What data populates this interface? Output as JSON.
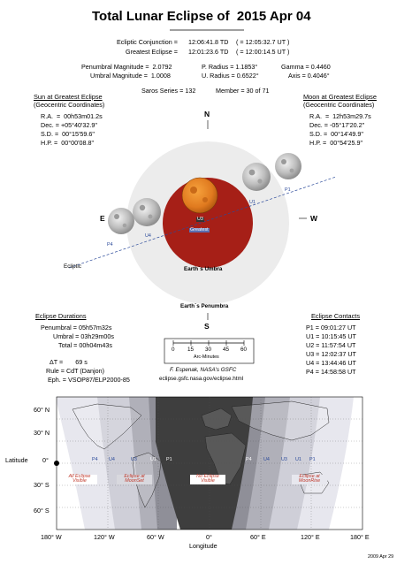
{
  "title": "Total Lunar Eclipse of  2015 Apr 04",
  "conjunction": {
    "ecl_label": "Ecliptic Conjunction =",
    "ecl_value": "12:06:41.8 TD",
    "ecl_ut": "( = 12:05:32.7 UT )",
    "greatest_label": "Greatest Eclipse =",
    "greatest_value": "12:01:23.6 TD",
    "greatest_ut": "( = 12:00:14.5 UT )"
  },
  "magnitudes": {
    "penumbral": "Penumbral Magnitude =  2.0792",
    "umbral": "Umbral Magnitude =  1.0008",
    "p_radius": "P. Radius = 1.1853°",
    "u_radius": "U. Radius = 0.6522°",
    "gamma": "Gamma = 0.4460",
    "axis": "Axis = 0.4046°",
    "saros": "Saros Series = 132",
    "member": "Member = 30 of 71"
  },
  "sun": {
    "heading": "Sun at Greatest Eclipse",
    "sub": "(Geocentric Coordinates)",
    "ra": "R.A.  =  00h53m01.2s",
    "dec": "Dec. = +05°40'32.9\"",
    "sd": "S.D. =  00°15'59.6\"",
    "hp": "H.P. =  00°00'08.8\""
  },
  "moon": {
    "heading": "Moon at Greatest Eclipse",
    "sub": "(Geocentric Coordinates)",
    "ra": "R.A.  =  12h53m29.7s",
    "dec": "Dec. = -05°17'20.2\"",
    "sd": "S.D. =  00°14'49.9\"",
    "hp": "H.P. =  00°54'25.9\""
  },
  "diagram": {
    "north": "N",
    "south": "S",
    "east": "E",
    "west": "W",
    "ecliptic": "Ecliptic",
    "umbra": "Earth`s Umbra",
    "penumbra": "Earth`s Penumbra",
    "greatest": "Greatest",
    "p1": "P1",
    "u1": "U1",
    "u3": "U3",
    "u4": "U4",
    "p4": "P4",
    "colors": {
      "umbra": "#a61f17",
      "penumbra": "#ececec",
      "moon_eclipsed": "#e07a1f"
    }
  },
  "durations": {
    "heading": "Eclipse Durations",
    "penumbral": "Penumbral = 05h57m32s",
    "umbral": "Umbral = 03h29m00s",
    "total": "Total = 00h04m43s",
    "delta_t": "ΔT =       69 s",
    "rule": "Rule = CdT (Danjon)",
    "eph": "Eph. = VSOP87/ELP2000-85"
  },
  "scale": {
    "ticks": [
      "0",
      "15",
      "30",
      "45",
      "60"
    ],
    "label": "Arc-Minutes"
  },
  "credit": {
    "author": "F. Espenak, NASA's GSFC",
    "url": "eclipse.gsfc.nasa.gov/eclipse.html"
  },
  "contacts": {
    "heading": "Eclipse Contacts",
    "p1": "P1 = 09:01:27 UT",
    "u1": "U1 = 10:15:45 UT",
    "u2": "U2 = 11:57:54 UT",
    "u3": "U3 = 12:02:37 UT",
    "u4": "U4 = 13:44:46 UT",
    "p4": "P4 = 14:58:58 UT"
  },
  "map": {
    "lat_labels": [
      "60° N",
      "30° N",
      "0°",
      "30° S",
      "60° S"
    ],
    "latitude": "Latitude",
    "lon_labels": [
      "180° W",
      "120° W",
      "60° W",
      "0°",
      "60° E",
      "120° E",
      "180° E"
    ],
    "longitude": "Longitude",
    "contact_labels": [
      "P4",
      "U4",
      "U3",
      "U1",
      "P1",
      "P4",
      "U4",
      "U3",
      "U1",
      "P1"
    ],
    "regions": {
      "all": "All Eclipse\nVisible",
      "moonset": "Eclipse at\nMoonSet",
      "none": "No Eclipse\nVisible",
      "moonrise": "Eclipse at\nMoonRise"
    }
  },
  "footer_date": "2009 Apr 29"
}
